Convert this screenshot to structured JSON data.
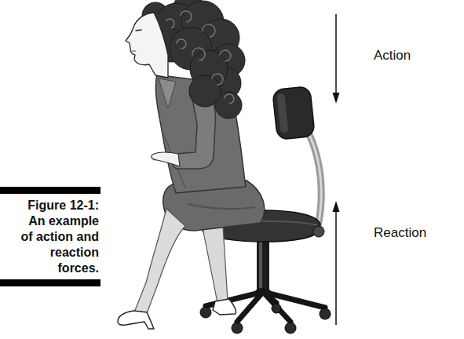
{
  "diagram": {
    "caption": "Figure 12-1: An example of action and reaction forces.",
    "labels": [
      "Action",
      "Reaction"
    ]
  }
}
